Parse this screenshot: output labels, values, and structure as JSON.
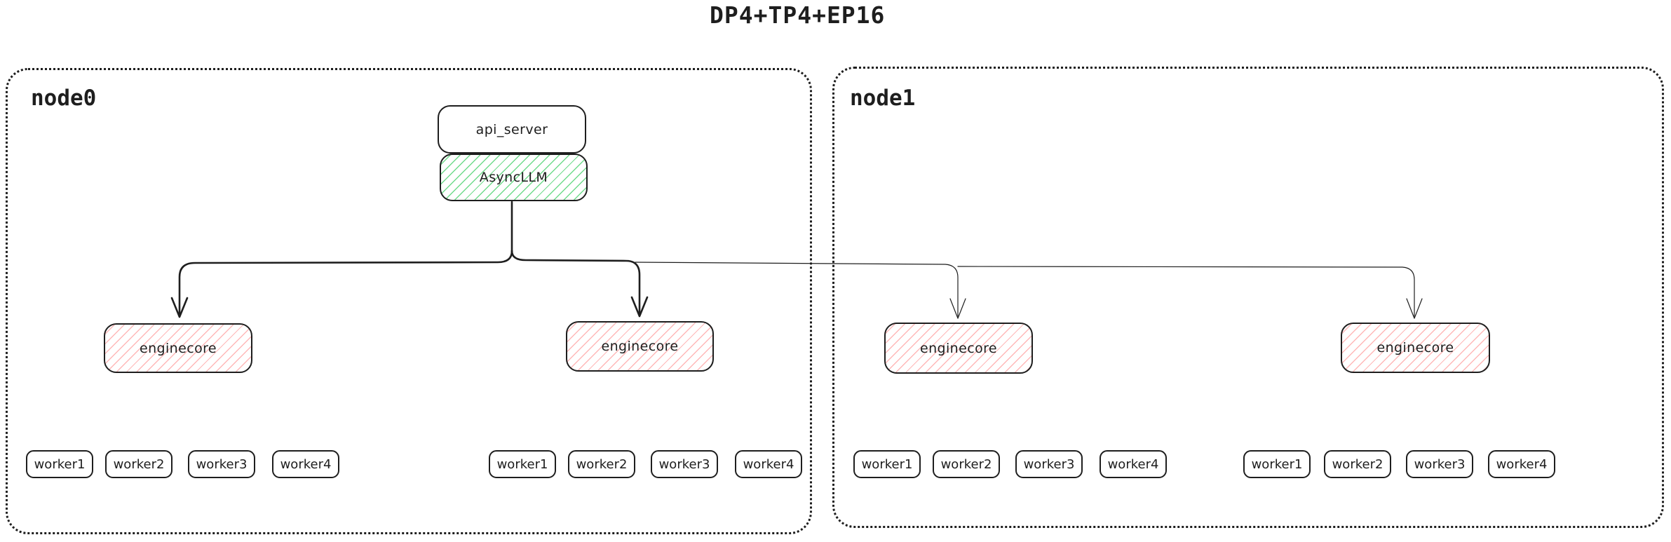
{
  "title": "DP4+TP4+EP16",
  "colors": {
    "stroke": "#1e1e1e",
    "green_hatch": "#6fdb8b",
    "red_hatch": "#ffb8b8",
    "background": "#ffffff"
  },
  "nodes": [
    {
      "label": "node0",
      "stack": {
        "api_server": "api_server",
        "async_llm": "AsyncLLM"
      },
      "enginecores": [
        {
          "label": "enginecore",
          "workers": [
            "worker1",
            "worker2",
            "worker3",
            "worker4"
          ]
        },
        {
          "label": "enginecore",
          "workers": [
            "worker1",
            "worker2",
            "worker3",
            "worker4"
          ]
        }
      ]
    },
    {
      "label": "node1",
      "enginecores": [
        {
          "label": "enginecore",
          "workers": [
            "worker1",
            "worker2",
            "worker3",
            "worker4"
          ]
        },
        {
          "label": "enginecore",
          "workers": [
            "worker1",
            "worker2",
            "worker3",
            "worker4"
          ]
        }
      ]
    }
  ]
}
